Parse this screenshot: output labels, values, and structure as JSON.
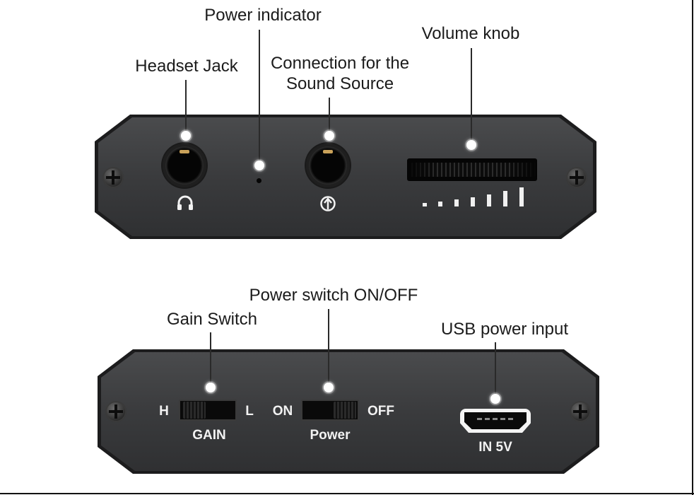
{
  "callouts_top": {
    "headset_jack": "Headset Jack",
    "power_indicator": "Power indicator",
    "sound_source_line1": "Connection for the",
    "sound_source_line2": "Sound Source",
    "volume_knob": "Volume knob"
  },
  "callouts_bottom": {
    "gain_switch": "Gain Switch",
    "power_switch": "Power switch ON/OFF",
    "usb_power": "USB power input"
  },
  "panel_bottom_text": {
    "gain_high": "H",
    "gain_low": "L",
    "gain_label": "GAIN",
    "power_on": "ON",
    "power_off": "OFF",
    "power_label": "Power",
    "usb_label": "IN 5V"
  },
  "icons": {
    "headphone": "headphone-icon",
    "input": "audio-input-icon",
    "screw": "screw-icon"
  },
  "colors": {
    "panel_body": "#3a3b3d",
    "panel_edge": "#1c1c1d",
    "marker": "#ffffff",
    "jack_accent": "#caa25a"
  }
}
